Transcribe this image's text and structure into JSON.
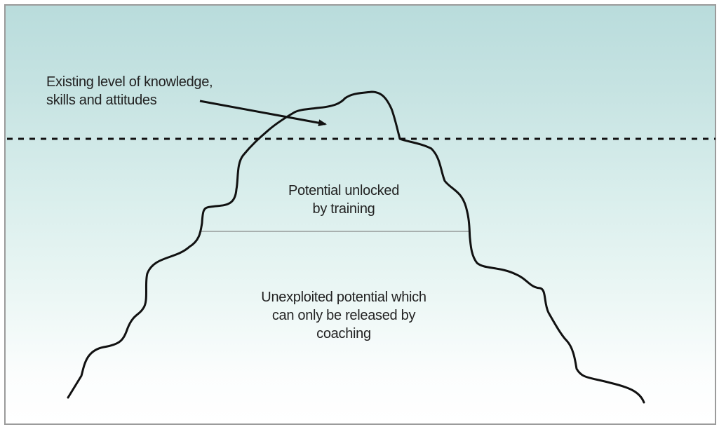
{
  "diagram": {
    "labels": {
      "existing_level": [
        "Existing level of knowledge,",
        "skills and attitudes"
      ],
      "unlocked_by_training": [
        "Potential unlocked",
        "by training"
      ],
      "unexploited_potential": [
        "Unexploited potential which",
        "can only be released by",
        "coaching"
      ]
    },
    "colors": {
      "background_top": "#b9dcdc",
      "background_bottom": "#ffffff",
      "outline": "#111111",
      "divider": "#6f6f6f",
      "frame_border": "#9b9b9b"
    }
  }
}
